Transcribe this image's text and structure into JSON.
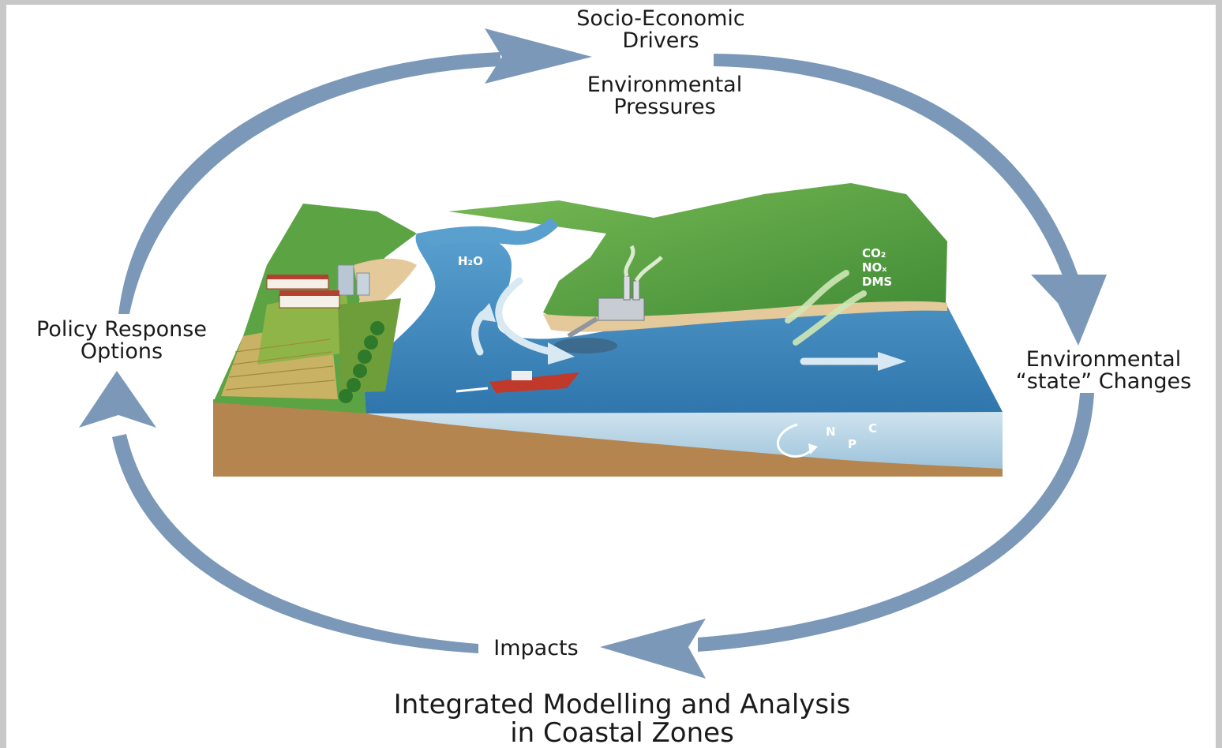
{
  "diagram": {
    "labels": {
      "drivers": [
        "Socio-Economic",
        "Drivers"
      ],
      "pressures": [
        "Environmental",
        "Pressures"
      ],
      "state_changes": [
        "Environmental",
        "“state” Changes"
      ],
      "impacts": "Impacts",
      "policy": [
        "Policy Response",
        "Options"
      ]
    },
    "title": [
      "Integrated Modelling and Analysis",
      "in Coastal Zones"
    ],
    "illustration_labels": {
      "water": "H₂O",
      "gas_1": "CO₂",
      "gas_2": "NOₓ",
      "gas_3": "DMS",
      "nutrient_n": "N",
      "nutrient_p": "P",
      "nutrient_c": "C"
    },
    "colors": {
      "cycle_arrow": "#7b98b8",
      "land": "#5ba343",
      "water": "#3d82b8",
      "sediment": "#b78755"
    }
  }
}
